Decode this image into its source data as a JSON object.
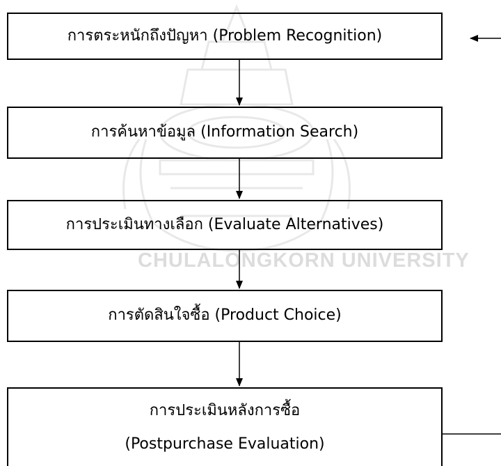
{
  "watermark": {
    "text": "CHULALONGKORN UNIVERSITY"
  },
  "steps": [
    {
      "label": "การตระหนักถึงปัญหา (Problem Recognition)"
    },
    {
      "label": "การค้นหาข้อมูล (Information Search)"
    },
    {
      "label": "การประเมินทางเลือก (Evaluate Alternatives)"
    },
    {
      "label": "การตัดสินใจซื้อ (Product Choice)"
    },
    {
      "label_line1": "การประเมินหลังการซื้อ",
      "label_line2": "(Postpurchase Evaluation)"
    }
  ],
  "colors": {
    "line": "#000000",
    "watermark": "#c8c8c8"
  }
}
